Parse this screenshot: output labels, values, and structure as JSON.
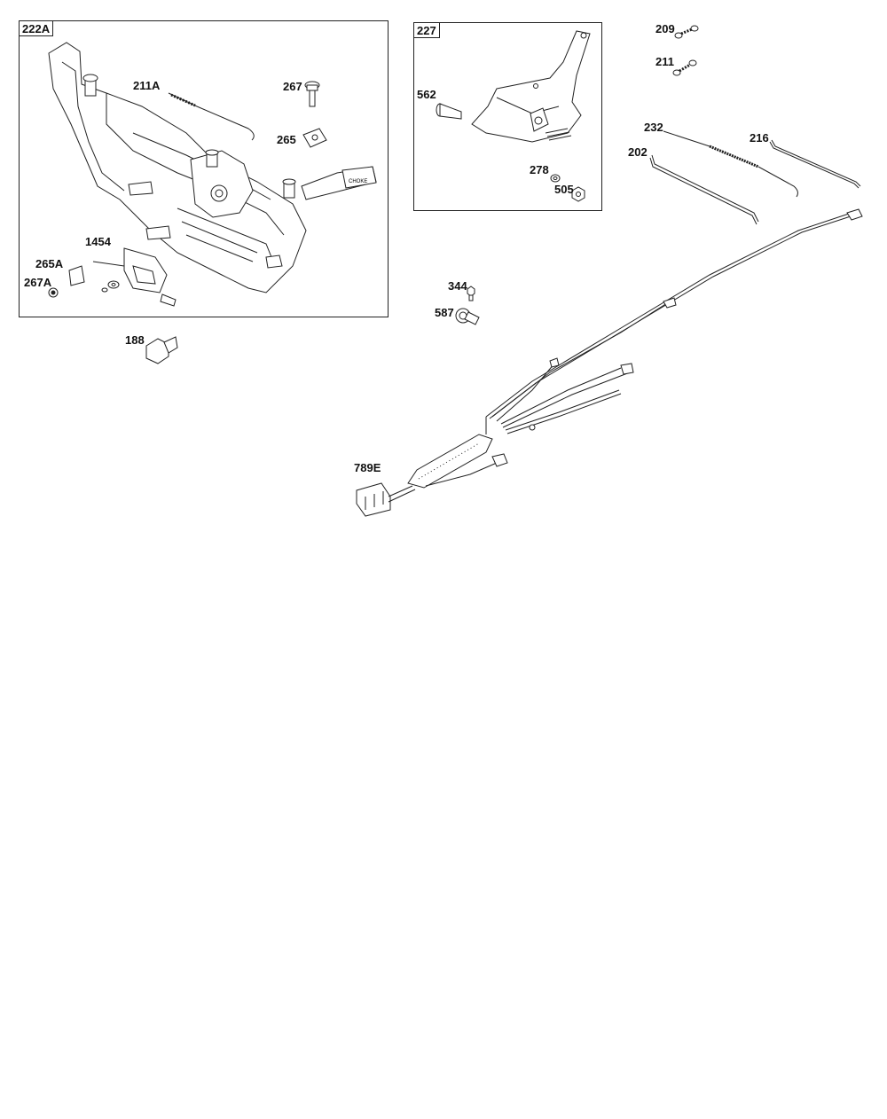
{
  "groups": {
    "control_bracket": "222A",
    "choke_lever": "227"
  },
  "labels": {
    "p211A": "211A",
    "p267": "267",
    "p265": "265",
    "p1454": "1454",
    "p265A": "265A",
    "p267A": "267A",
    "p188": "188",
    "p562": "562",
    "p278": "278",
    "p505": "505",
    "p209": "209",
    "p211": "211",
    "p232": "232",
    "p216": "216",
    "p202": "202",
    "p344": "344",
    "p587": "587",
    "p789E": "789E"
  },
  "decal_text": "CHOKE"
}
